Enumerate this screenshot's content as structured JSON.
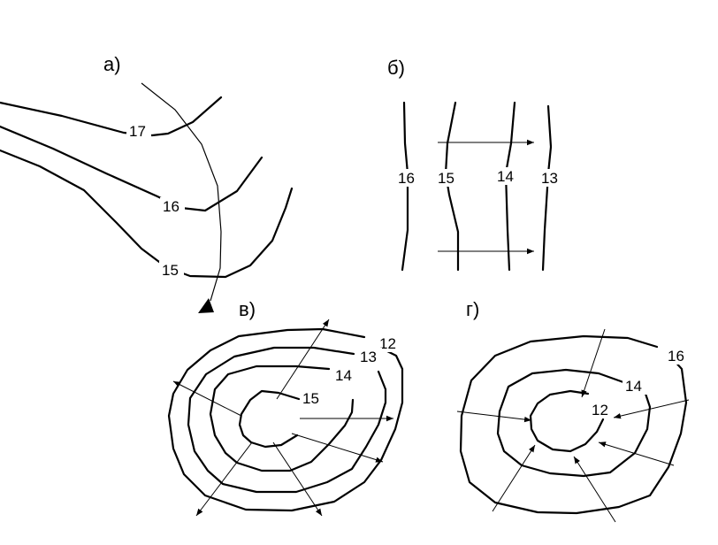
{
  "panels": {
    "a": {
      "title": "а)",
      "labels": [
        "17",
        "16",
        "15"
      ]
    },
    "b": {
      "title": "б)",
      "labels": [
        "16",
        "15",
        "14",
        "13"
      ]
    },
    "v": {
      "title": "в)",
      "labels": [
        "12",
        "13",
        "14",
        "15"
      ]
    },
    "g": {
      "title": "г)",
      "labels": [
        "16",
        "14",
        "12"
      ]
    }
  }
}
